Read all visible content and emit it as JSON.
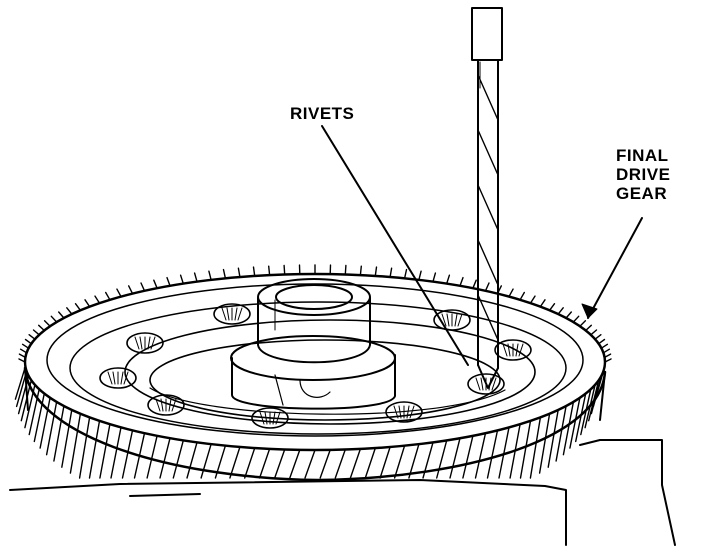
{
  "labels": {
    "rivets": "RIVETS",
    "final_drive_gear": [
      "FINAL",
      "DRIVE",
      "GEAR"
    ]
  },
  "colors": {
    "ink": "#000000",
    "paper": "#ffffff"
  }
}
